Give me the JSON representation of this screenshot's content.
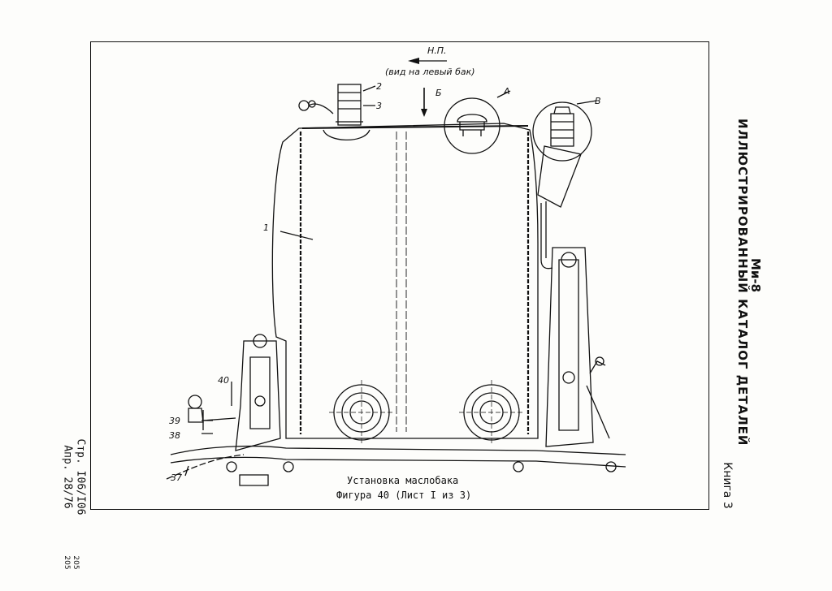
{
  "header": {
    "model": "Ми-8",
    "catalog_title": "ИЛЛЮСТРИРОВАННЫЙ КАТАЛОГ ДЕТАЛЕЙ",
    "book": "Книга 3"
  },
  "footer": {
    "page": "Стр. I06/I06",
    "date": "Апр. 28/76",
    "stamp_top": "205",
    "stamp_bottom": "205"
  },
  "figure": {
    "caption_line1": "Установка маслобака",
    "caption_line2": "Фигура 40 (Лист I из 3)"
  },
  "drawing": {
    "direction_label": "Н.П.",
    "view_note": "(вид на левый бак)",
    "view_b": "Б",
    "callout_a": "А",
    "callout_b": "В",
    "part_numbers": [
      "1",
      "2",
      "3",
      "37",
      "38",
      "39",
      "40"
    ]
  }
}
